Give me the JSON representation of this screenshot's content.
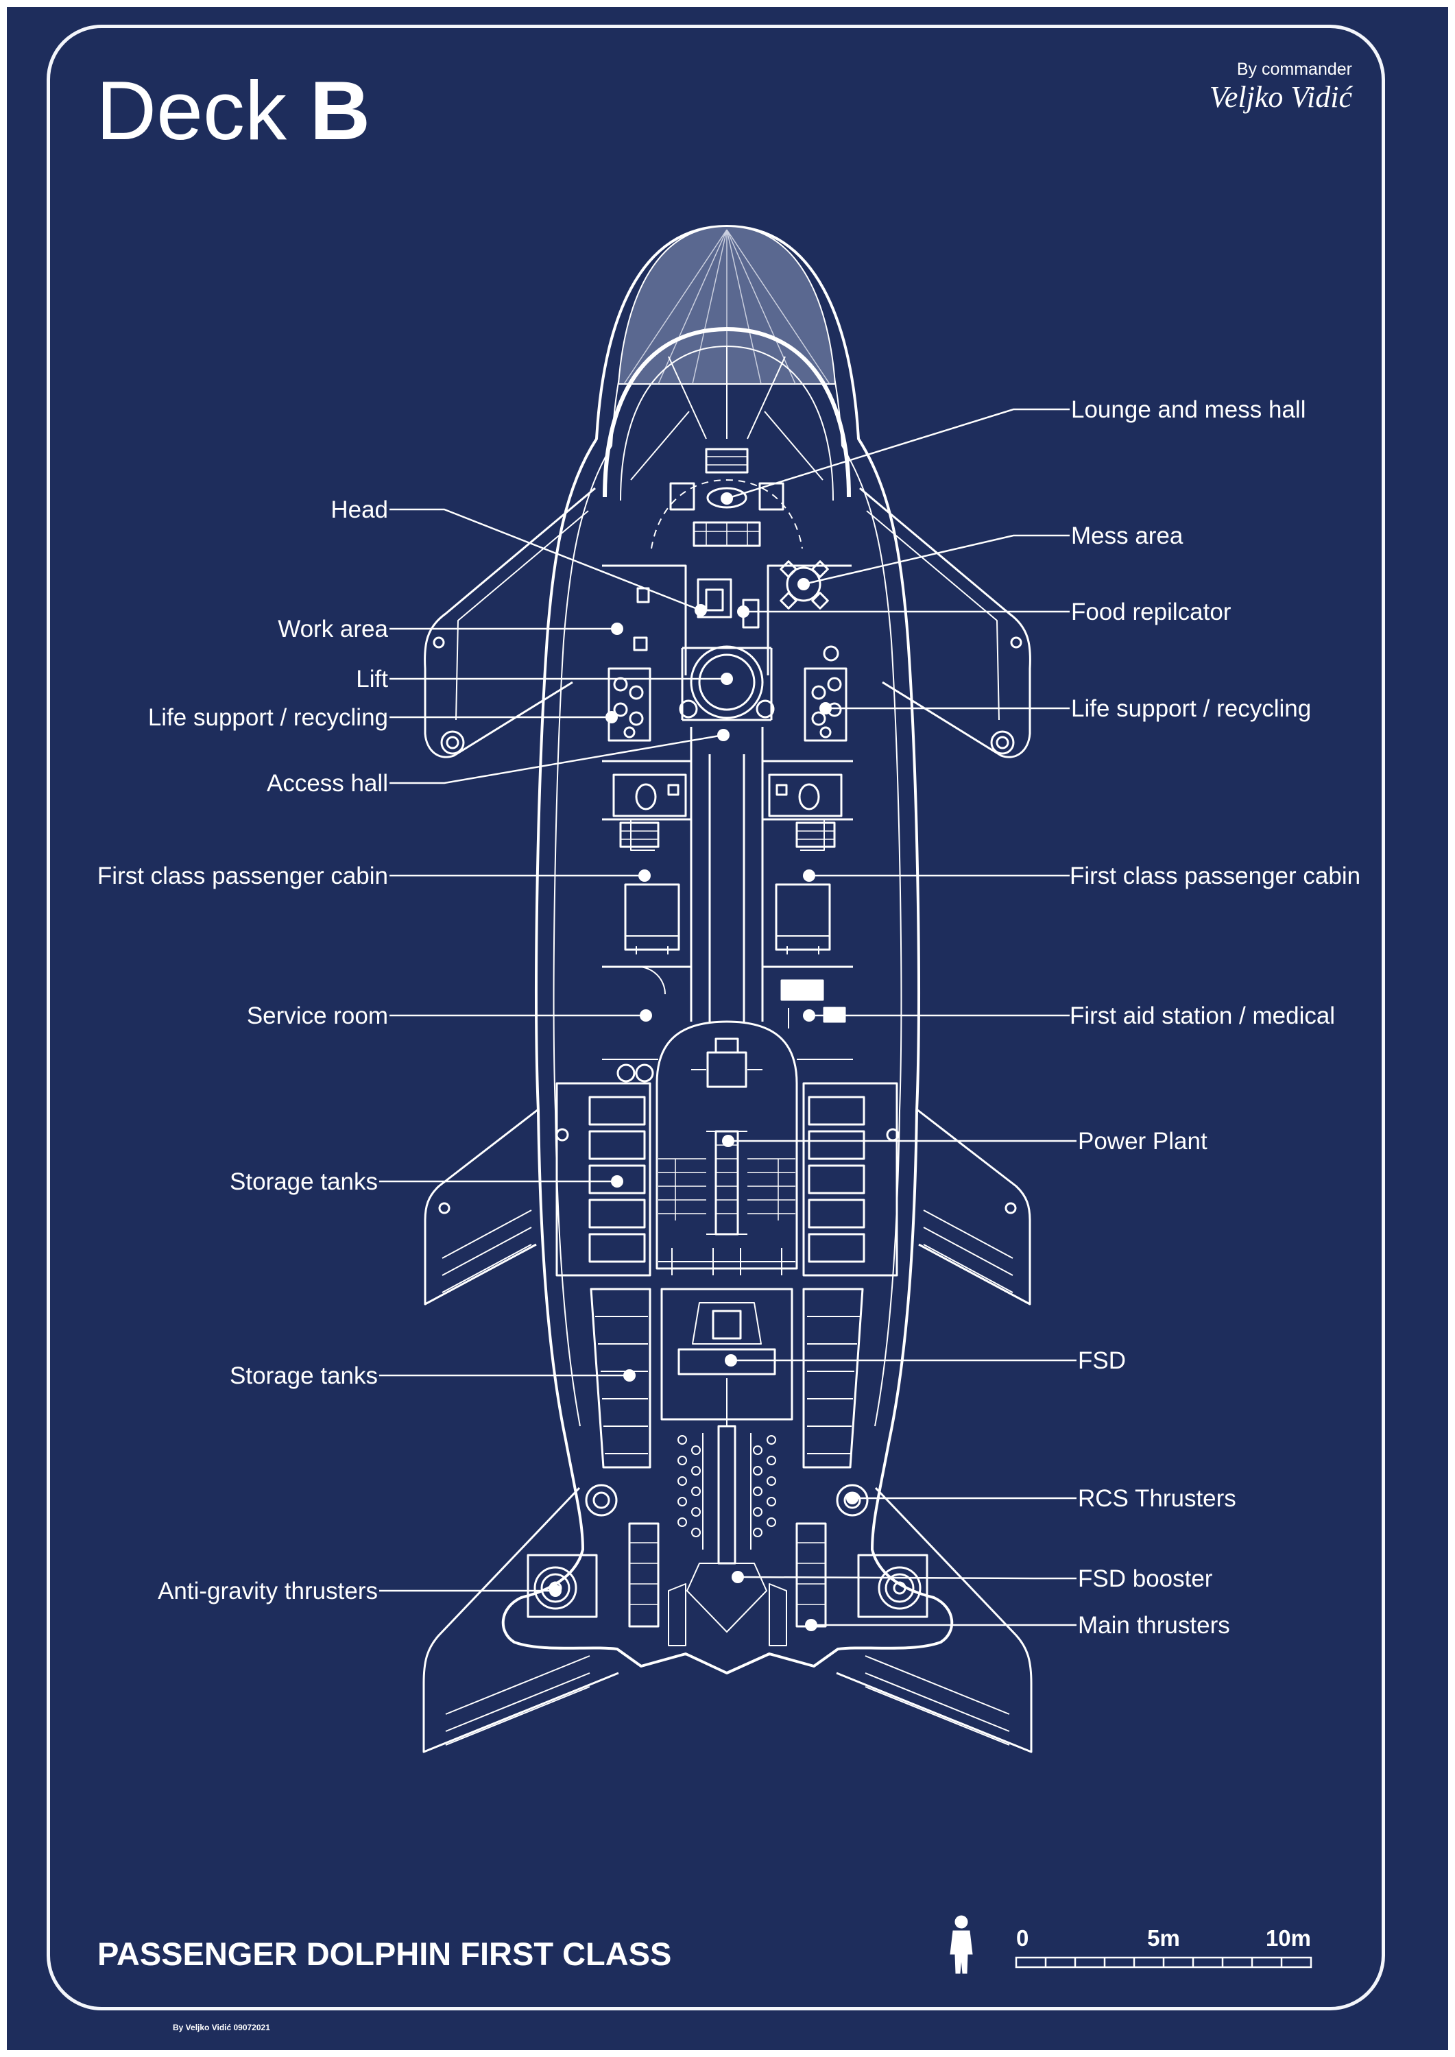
{
  "header": {
    "title_prefix": "Deck",
    "title_deck": "B",
    "byline": "By commander",
    "author_signature": "Veljko Vidić"
  },
  "footer": {
    "ship_name": "PASSENGER DOLPHIN FIRST CLASS",
    "credit": "By Veljko Vidić 09072021"
  },
  "scale_bar": {
    "labels": [
      "0",
      "5m",
      "10m"
    ]
  },
  "callouts_left": [
    "Head",
    "Work area",
    "Lift",
    "Life support / recycling",
    "Access hall",
    "First class passenger cabin",
    "Service room",
    "Storage tanks",
    "Storage tanks",
    "Anti-gravity thrusters"
  ],
  "callouts_right": [
    "Lounge and mess hall",
    "Mess area",
    "Food repilcator",
    "Life support / recycling",
    "First class passenger cabin",
    "First aid station / medical",
    "Power Plant",
    "FSD",
    "RCS Thrusters",
    "FSD booster",
    "Main thrusters"
  ],
  "colors": {
    "background": "#1e2d5c",
    "line": "#ffffff"
  }
}
